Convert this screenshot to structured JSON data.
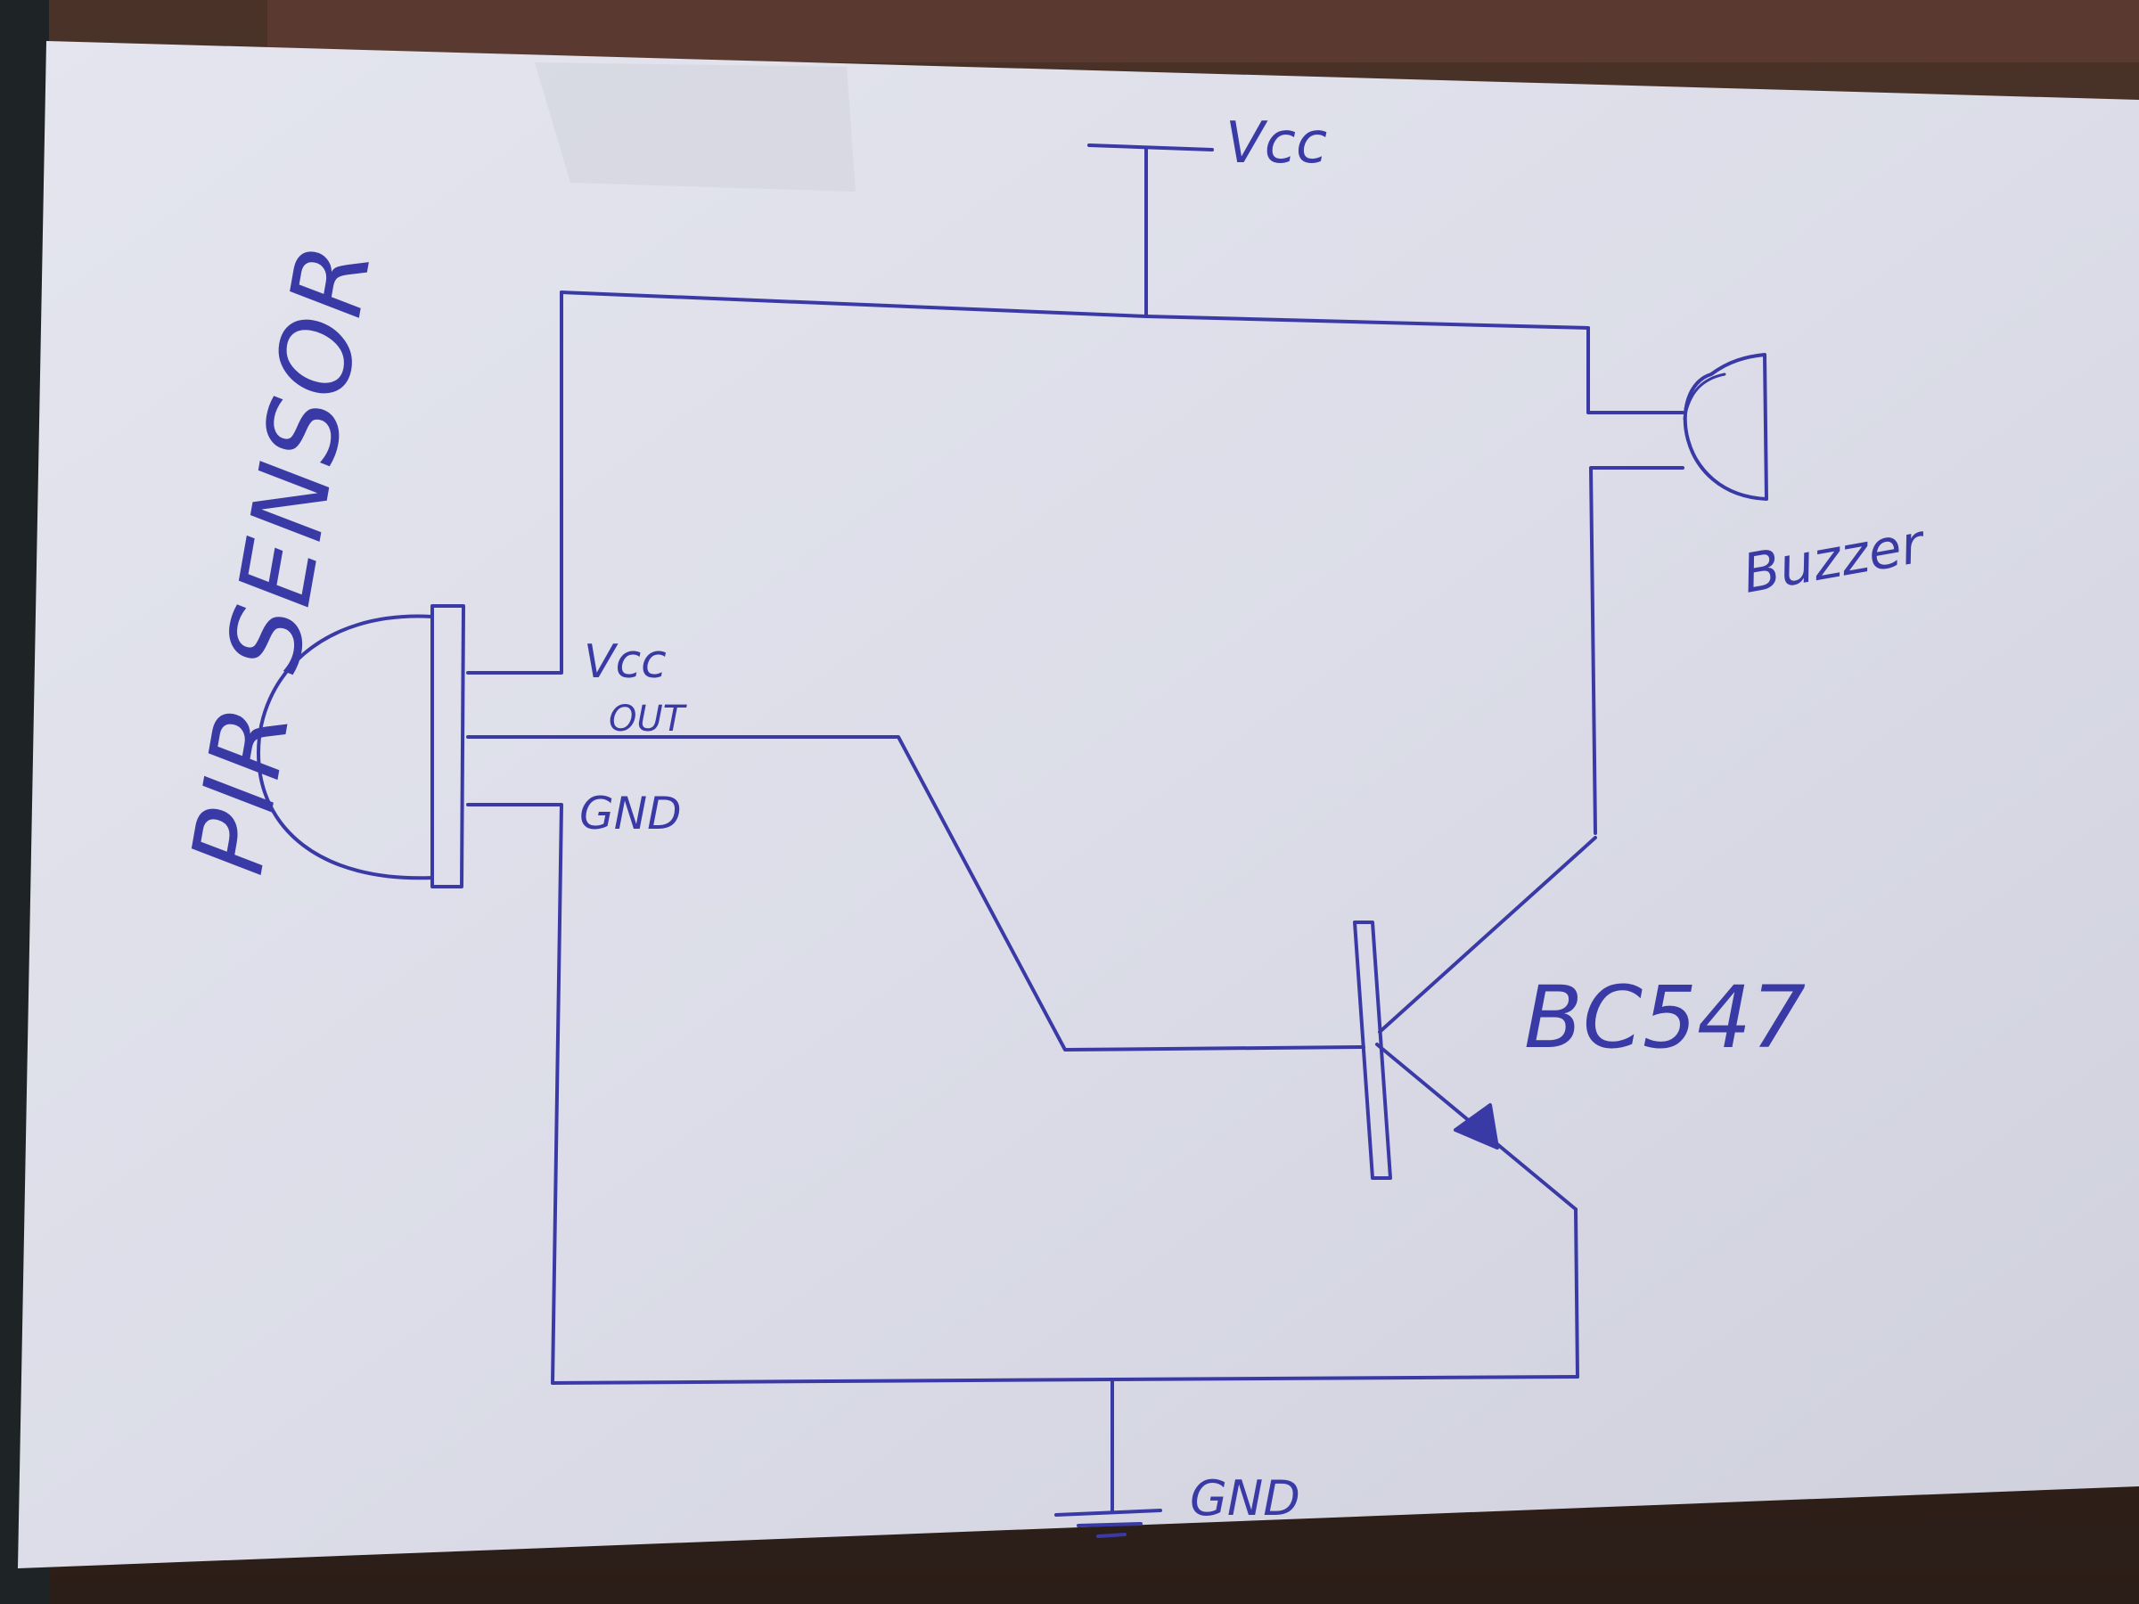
{
  "diagram": {
    "labels": {
      "vcc_top": "Vcc",
      "pir_title": "PIR SENSOR",
      "pin_vcc": "Vcc",
      "pin_out": "OUT",
      "pin_gnd": "GND",
      "buzzer": "Buzzer",
      "transistor": "BC547",
      "gnd_bottom": "GND"
    },
    "colors": {
      "ink": "#3a3aa6",
      "paper": "#dfe0ea",
      "background": "#3a2a22"
    },
    "components": [
      "pir-sensor",
      "buzzer",
      "bc547-npn-transistor",
      "vcc-supply",
      "ground"
    ]
  }
}
